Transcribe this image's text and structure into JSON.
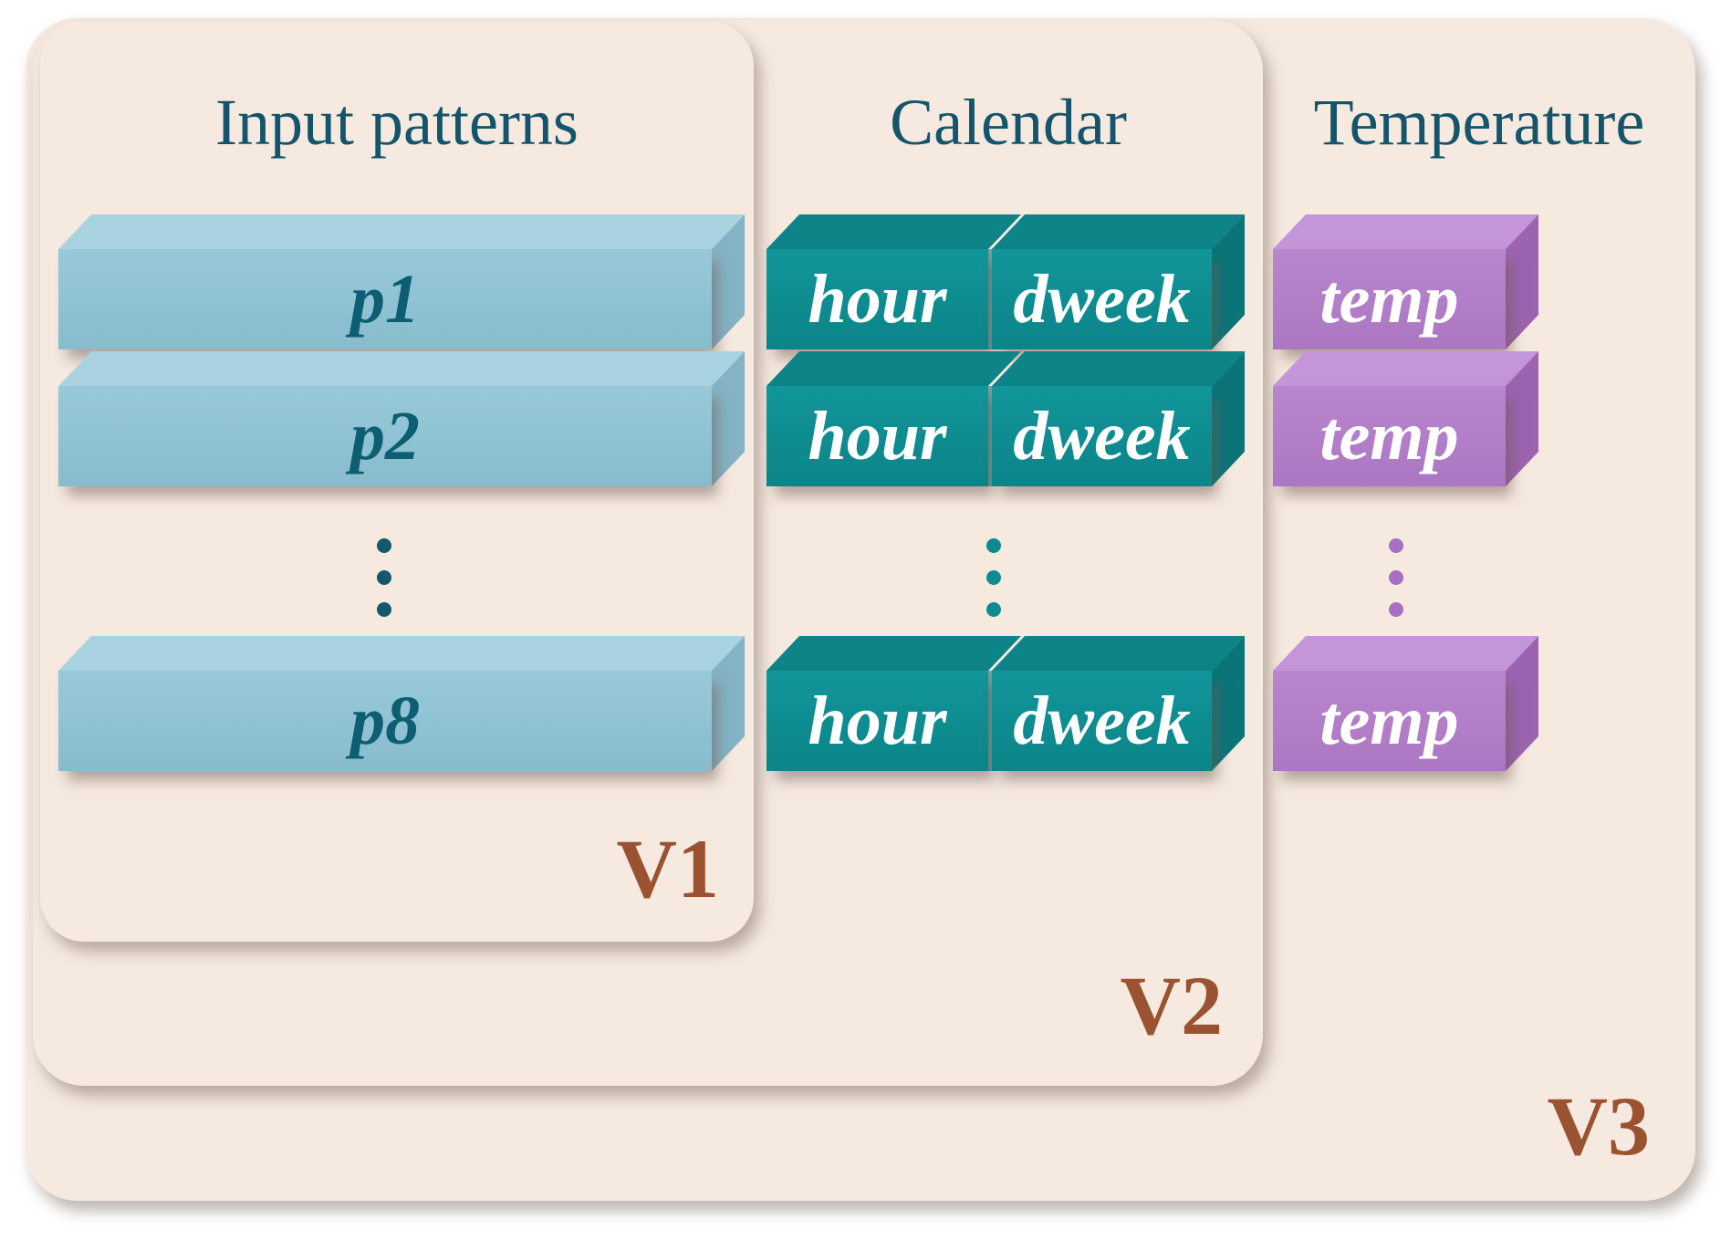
{
  "panels": {
    "v1": {
      "label": "V1"
    },
    "v2": {
      "label": "V2"
    },
    "v3": {
      "label": "V3"
    }
  },
  "columns": {
    "input_patterns": {
      "title": "Input patterns",
      "rows": [
        "p1",
        "p2",
        "p8"
      ]
    },
    "calendar": {
      "title": "Calendar",
      "rows": [
        [
          "hour",
          "dweek"
        ],
        [
          "hour",
          "dweek"
        ],
        [
          "hour",
          "dweek"
        ]
      ]
    },
    "temperature": {
      "title": "Temperature",
      "rows": [
        "temp",
        "temp",
        "temp"
      ]
    }
  },
  "colors": {
    "panel_bg": "#f5e9e0",
    "pattern_fill": "#8ec2d3",
    "calendar_fill": "#0e8e91",
    "temperature_fill": "#b27fc9",
    "heading_text": "#14556b",
    "version_text": "#9a5231",
    "box_text_light": "#ffffff",
    "box_text_dark": "#0e5e73"
  }
}
